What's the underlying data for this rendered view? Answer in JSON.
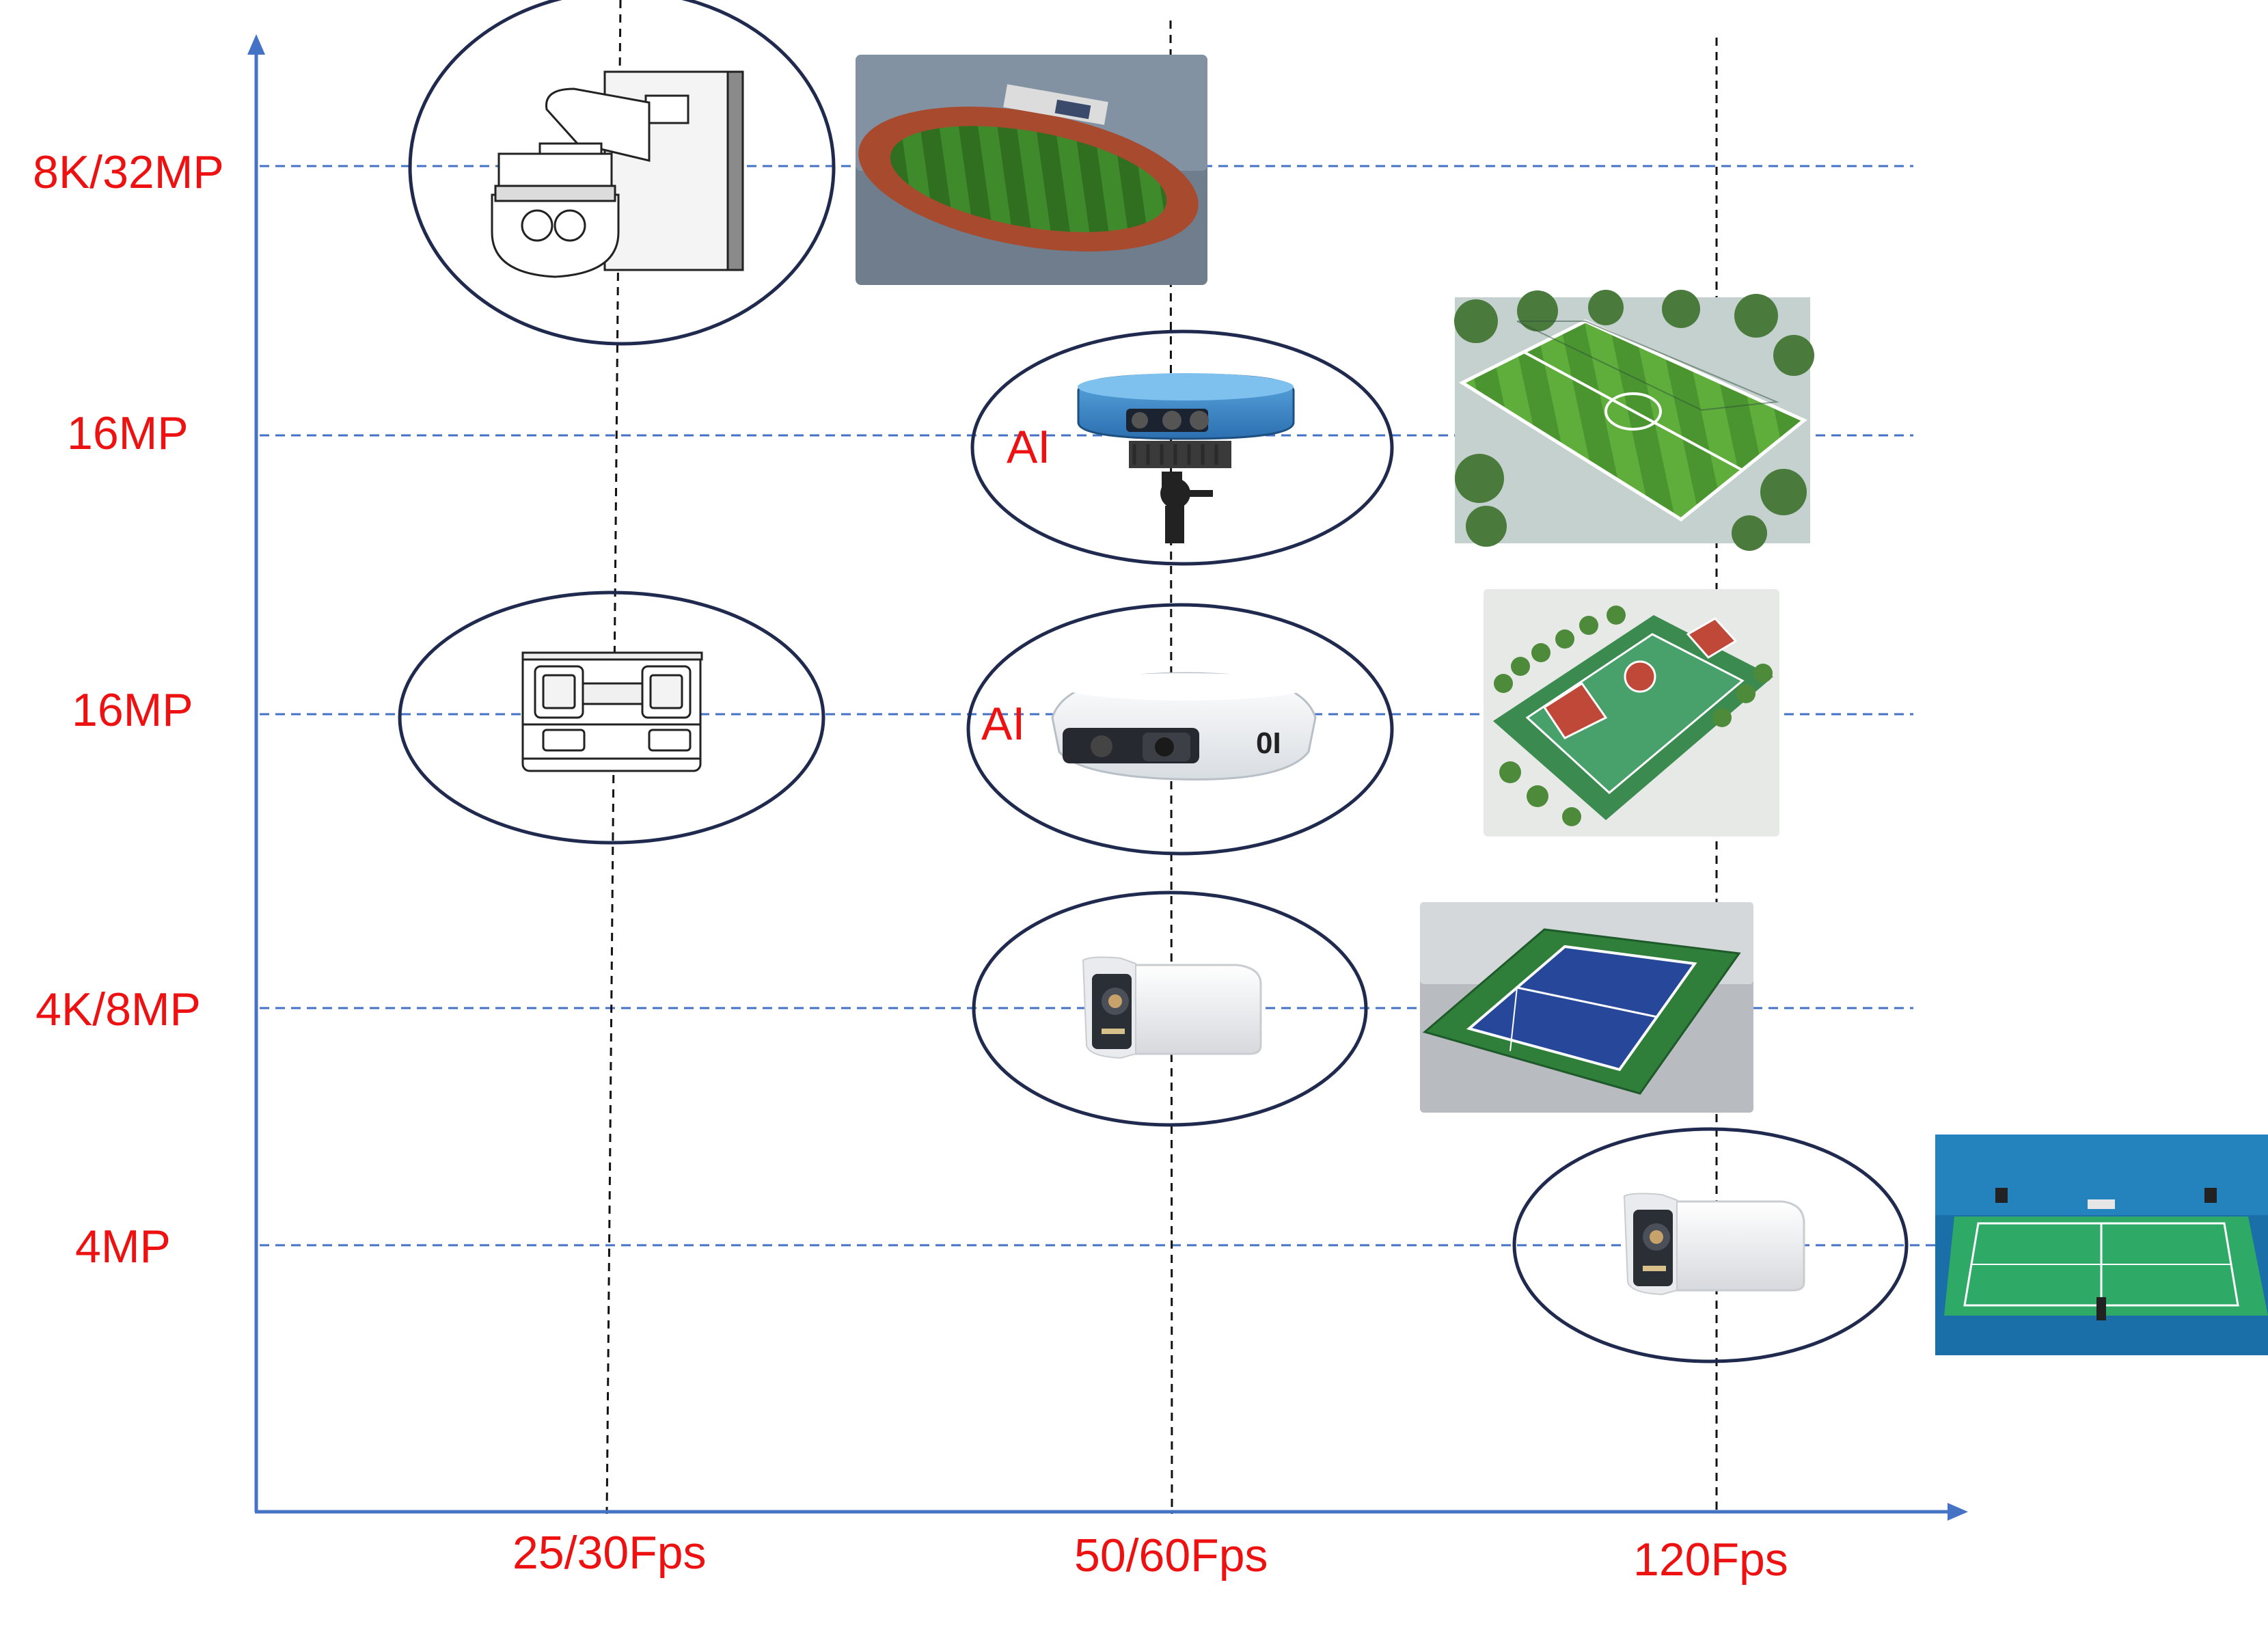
{
  "y_axis": {
    "labels": [
      "8K/32MP",
      "16MP",
      "16MP",
      "4K/8MP",
      "4MP"
    ]
  },
  "x_axis": {
    "labels": [
      "25/30Fps",
      "50/60Fps",
      "120Fps"
    ]
  },
  "ai_badge_text": "AI",
  "colors": {
    "label_red": "#ee1111",
    "axis_blue": "#4472c4",
    "ellipse_navy": "#1f2a4e",
    "guide_dash_black": "#111111"
  },
  "cells": [
    {
      "name": "multi-lens-dome-camera-wall-mount",
      "resolution": "8K/32MP",
      "frame_rate": "25/30Fps",
      "ai": false,
      "icon": "dome-camera-icon"
    },
    {
      "name": "panoramic-ai-camera-blue",
      "resolution": "16MP",
      "frame_rate": "50/60Fps",
      "ai": true,
      "icon": "panoramic-camera-icon"
    },
    {
      "name": "dual-lens-panoramic-camera-drawing",
      "resolution": "16MP",
      "frame_rate": "25/30Fps",
      "ai": false,
      "icon": "dual-lens-camera-icon"
    },
    {
      "name": "panoramic-ai-camera-white",
      "resolution": "16MP",
      "frame_rate": "50/60Fps",
      "ai": true,
      "icon": "panoramic-camera-icon"
    },
    {
      "name": "bullet-camera",
      "resolution": "4K/8MP",
      "frame_rate": "50/60Fps",
      "ai": false,
      "icon": "bullet-camera-icon"
    },
    {
      "name": "bullet-camera-120fps",
      "resolution": "4MP",
      "frame_rate": "120Fps",
      "ai": false,
      "icon": "bullet-camera-icon"
    }
  ],
  "scenes": [
    {
      "name": "athletics-stadium-scene",
      "icon": "stadium-icon"
    },
    {
      "name": "football-field-scene",
      "icon": "football-field-icon"
    },
    {
      "name": "basketball-court-scene",
      "icon": "basketball-court-icon"
    },
    {
      "name": "tennis-court-scene",
      "icon": "tennis-court-icon"
    },
    {
      "name": "badminton-court-scene",
      "icon": "badminton-court-icon"
    }
  ]
}
